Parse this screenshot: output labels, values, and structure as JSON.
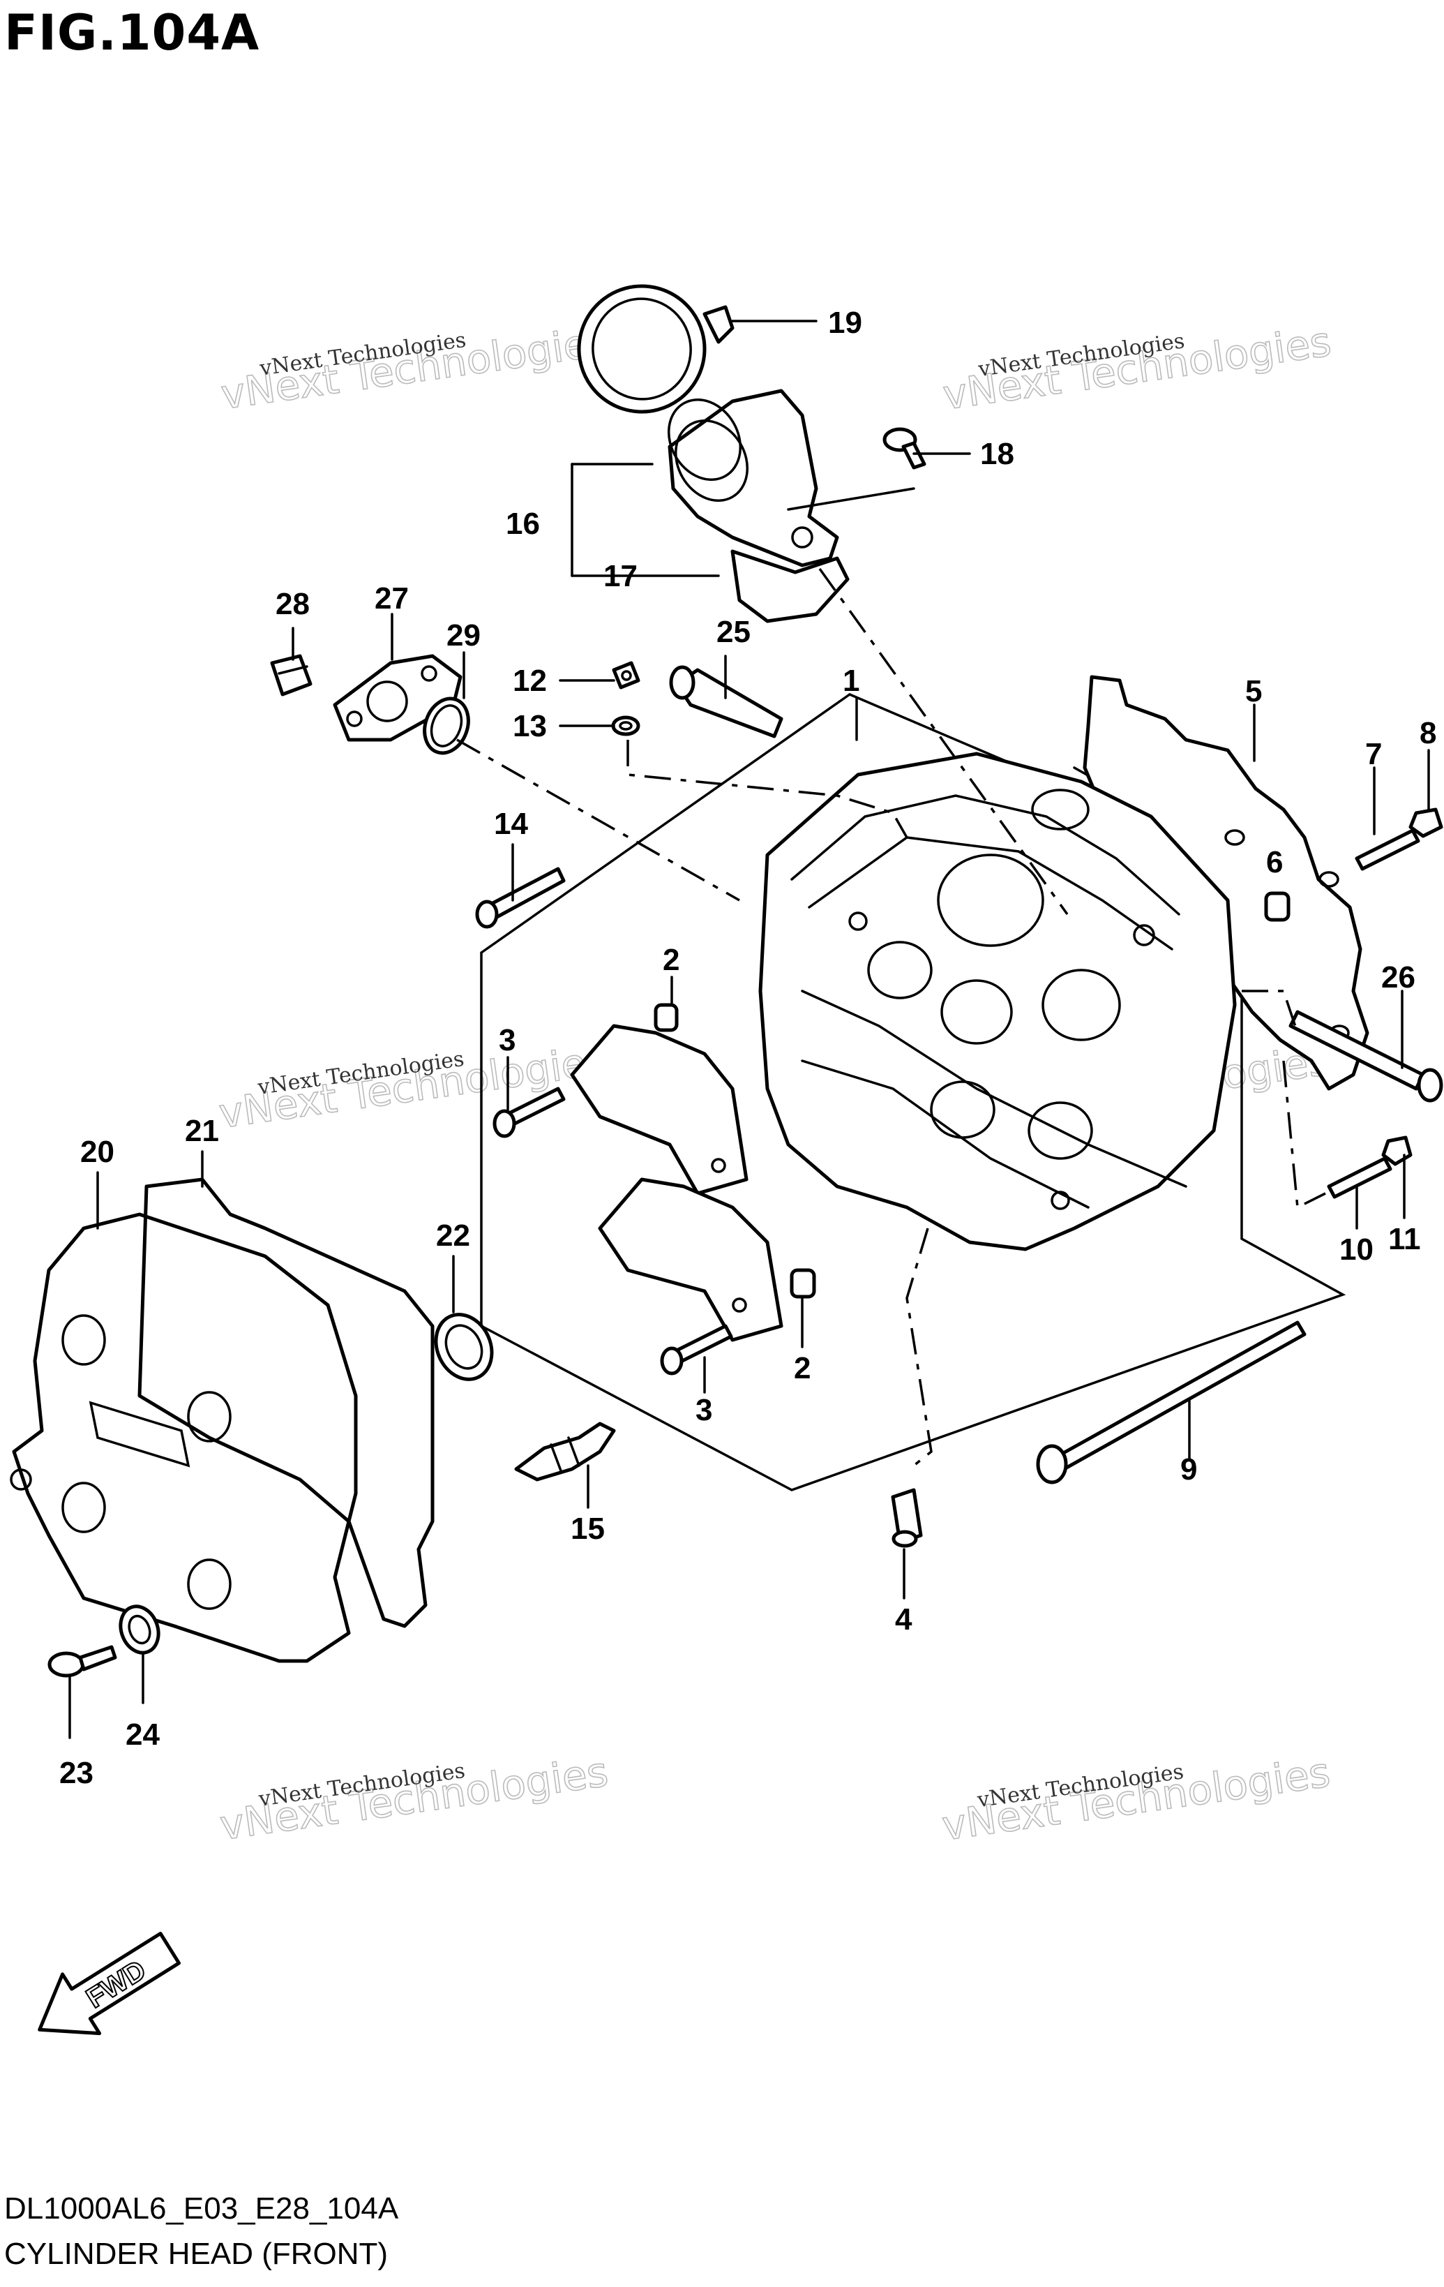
{
  "figure": {
    "title": "FIG.104A",
    "code": "DL1000AL6_E03_E28_104A",
    "name": "CYLINDER HEAD (FRONT)"
  },
  "watermark": {
    "line1": "vNext Technologies",
    "line2": "vNext Technologies"
  },
  "direction_label": "FWD",
  "callouts": {
    "c1": "1",
    "c2a": "2",
    "c2b": "2",
    "c3a": "3",
    "c3b": "3",
    "c4": "4",
    "c5": "5",
    "c6": "6",
    "c7": "7",
    "c8": "8",
    "c9": "9",
    "c10": "10",
    "c11": "11",
    "c12": "12",
    "c13": "13",
    "c14": "14",
    "c15": "15",
    "c16": "16",
    "c17": "17",
    "c18": "18",
    "c19": "19",
    "c20": "20",
    "c21": "21",
    "c22": "22",
    "c23": "23",
    "c24": "24",
    "c25": "25",
    "c26": "26",
    "c27": "27",
    "c28": "28",
    "c29": "29"
  }
}
